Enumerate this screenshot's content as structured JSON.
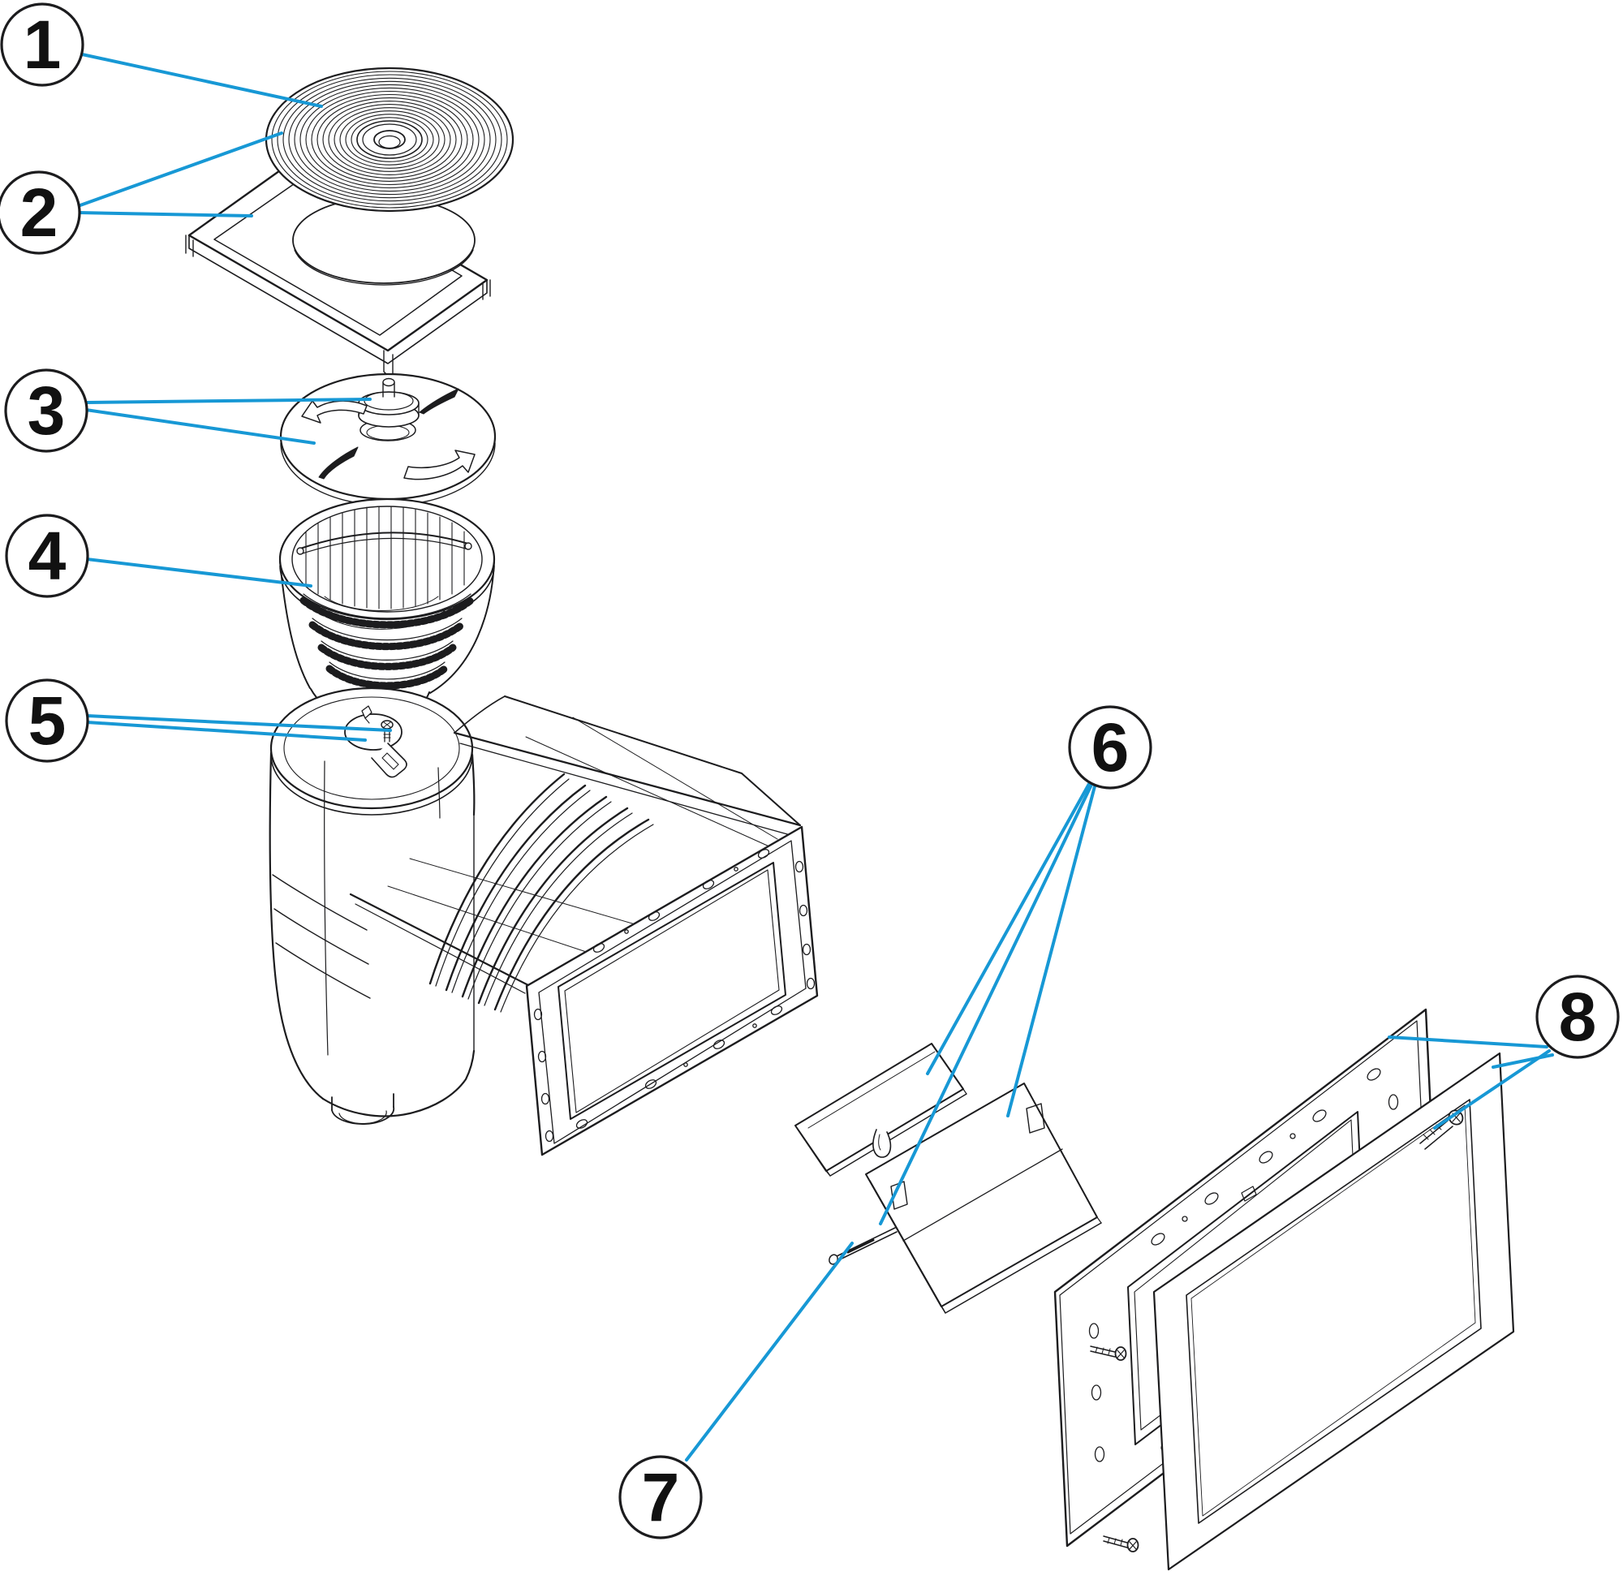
{
  "figure": {
    "background": "#ffffff",
    "line_color": "#1c1c1e",
    "leader_color": "#1798d5",
    "callouts": [
      {
        "number": "1"
      },
      {
        "number": "2"
      },
      {
        "number": "3"
      },
      {
        "number": "4"
      },
      {
        "number": "5"
      },
      {
        "number": "6"
      },
      {
        "number": "7"
      },
      {
        "number": "8"
      }
    ]
  }
}
